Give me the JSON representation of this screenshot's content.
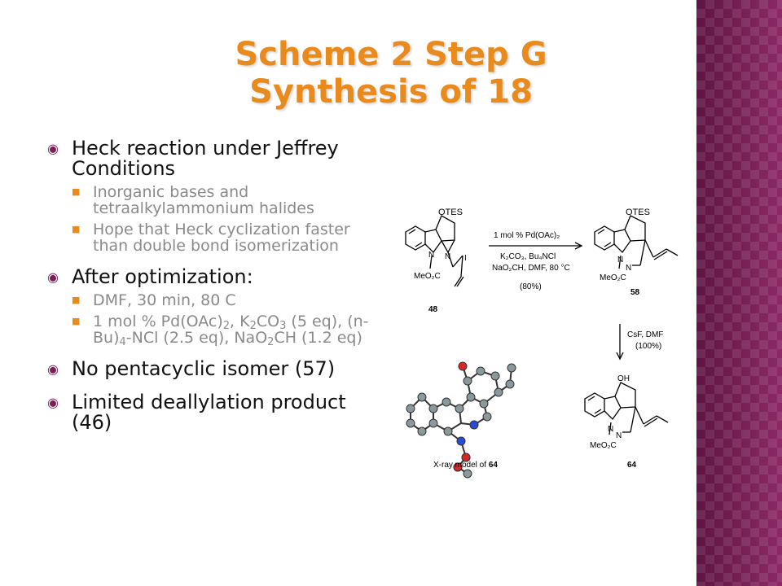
{
  "title": {
    "line1": "Scheme 2 Step G",
    "line2": "Synthesis of 18"
  },
  "colors": {
    "title": "#e88a1c",
    "band": "#7a1f56",
    "sub_bullet_text": "#8a8a8a"
  },
  "bullets": {
    "b1": {
      "text": "Heck reaction under Jeffrey Conditions",
      "sub1": "Inorganic bases and tetraalkylammonium halides",
      "sub2": "Hope that Heck cyclization faster than double bond isomerization"
    },
    "b2": {
      "text": "After optimization:",
      "sub1": "DMF, 30 min, 80 C",
      "sub2": {
        "t1": "1 mol % Pd(OAc)",
        "s1": "2",
        "t2": ", K",
        "s2": "2",
        "t3": "CO",
        "s3": "3",
        "t4": " (5 eq), (n-Bu)",
        "s4": "4",
        "t5": "-NCl (2.5 eq), NaO",
        "s5": "2",
        "t6": "CH (1.2 eq)"
      }
    },
    "b3": {
      "text": "No pentacyclic isomer (57)"
    },
    "b4": {
      "text": "Limited deallylation product (46)"
    }
  },
  "scheme": {
    "otes_label": "OTES",
    "n_label": "N",
    "i_label": "I",
    "ester_label": "MeO₂C",
    "oh_label": "OH",
    "cmpd_48": "48",
    "cmpd_58": "58",
    "cmpd_64": "64",
    "arrow1_above": "1 mol % Pd(OAc)₂",
    "arrow1_below1": "K₂CO₃, Bu₄NCl",
    "arrow1_below2": "NaO₂CH, DMF, 80 °C",
    "arrow1_below3": "(80%)",
    "arrow2_line1": "CsF, DMF",
    "arrow2_line2": "(100%)",
    "xray_prefix": "X-ray model of",
    "xray_cmpd": "64"
  }
}
